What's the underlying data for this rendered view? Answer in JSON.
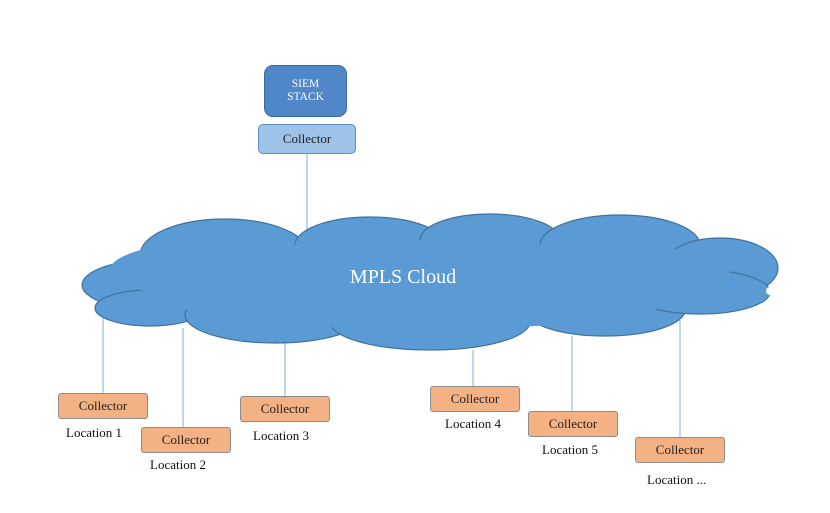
{
  "siem": {
    "line1": "SIEM",
    "line2": "STACK"
  },
  "top_collector": {
    "label": "Collector"
  },
  "cloud": {
    "label": "MPLS Cloud",
    "fill": "#5b9bd5",
    "stroke": "#41719c"
  },
  "connector_color": "#9dc3e6",
  "sites": [
    {
      "collector": "Collector",
      "location": "Location 1"
    },
    {
      "collector": "Collector",
      "location": "Location 2"
    },
    {
      "collector": "Collector",
      "location": "Location 3"
    },
    {
      "collector": "Collector",
      "location": "Location 4"
    },
    {
      "collector": "Collector",
      "location": "Location 5"
    },
    {
      "collector": "Collector",
      "location": "Location ..."
    }
  ]
}
